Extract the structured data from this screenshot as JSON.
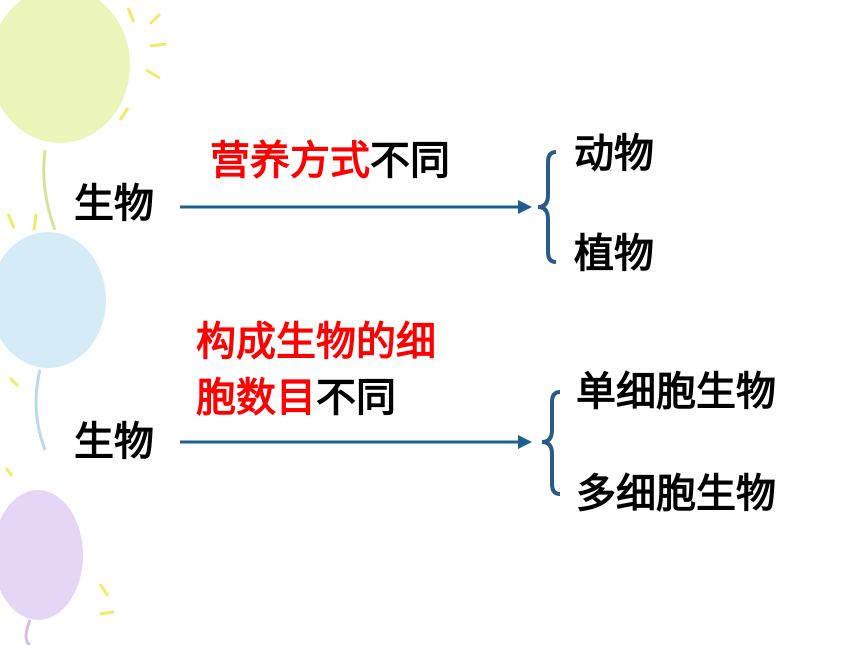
{
  "rows": [
    {
      "subject": "生物",
      "criterion_highlight": "营养方式",
      "criterion_suffix": "不同",
      "outcomes": [
        "动物",
        "植物"
      ]
    },
    {
      "subject": "生物",
      "criterion_highlight_line1": "构成生物的细",
      "criterion_highlight_line2": "胞数目",
      "criterion_suffix": "不同",
      "outcomes": [
        "单细胞生物",
        "多细胞生物"
      ]
    }
  ],
  "colors": {
    "highlight": "#ff0000",
    "arrow": "#1f5f8f",
    "brace": "#2a5b86",
    "balloon_yellow": "#e6f3a8",
    "balloon_blue": "#cfe8f7",
    "balloon_purple": "#e2cff3",
    "sparkle": "#f5e86a"
  },
  "decorations": [
    "balloon-yellow-icon",
    "balloon-blue-icon",
    "balloon-purple-icon",
    "sparkle-icon"
  ]
}
